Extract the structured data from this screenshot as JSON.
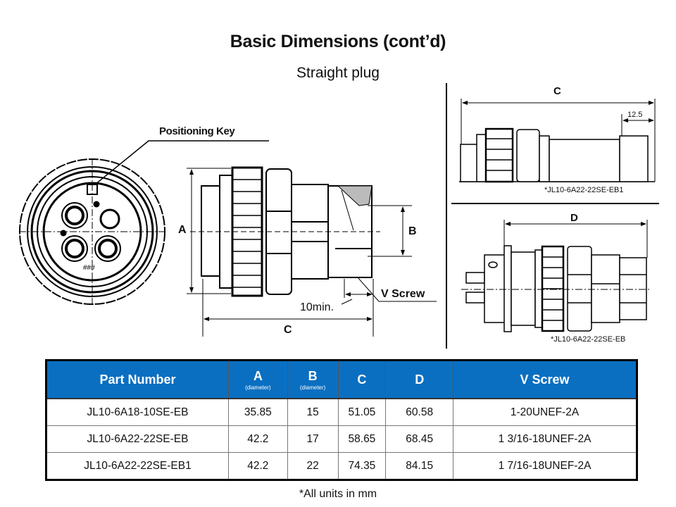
{
  "header": {
    "title": "Basic Dimensions (cont’d)",
    "subtitle": "Straight plug"
  },
  "drawing_main": {
    "callout_positioning_key": "Positioning Key",
    "dim_a": "A",
    "dim_b": "B",
    "dim_c": "C",
    "v_screw": "V Screw",
    "ten_min": "10min."
  },
  "drawing_top_right": {
    "dim_c": "C",
    "dim_12_5": "12.5",
    "caption": "*JL10-6A22-22SE-EB1"
  },
  "drawing_bottom_right": {
    "dim_d": "D",
    "caption": "*JL10-6A22-22SE-EB"
  },
  "table": {
    "headers": [
      {
        "label": "Part Number",
        "sub": ""
      },
      {
        "label": "A",
        "sub": "(diameter)"
      },
      {
        "label": "B",
        "sub": "(diameter)"
      },
      {
        "label": "C",
        "sub": ""
      },
      {
        "label": "D",
        "sub": ""
      },
      {
        "label": "V Screw",
        "sub": ""
      }
    ],
    "rows": [
      [
        "JL10-6A18-10SE-EB",
        "35.85",
        "15",
        "51.05",
        "60.58",
        "1-20UNEF-2A"
      ],
      [
        "JL10-6A22-22SE-EB",
        "42.2",
        "17",
        "58.65",
        "68.45",
        "1 3/16-18UNEF-2A"
      ],
      [
        "JL10-6A22-22SE-EB1",
        "42.2",
        "22",
        "74.35",
        "84.15",
        "1 7/16-18UNEF-2A"
      ]
    ],
    "header_color": "#0b6fc1"
  },
  "footnote": "*All units in mm"
}
